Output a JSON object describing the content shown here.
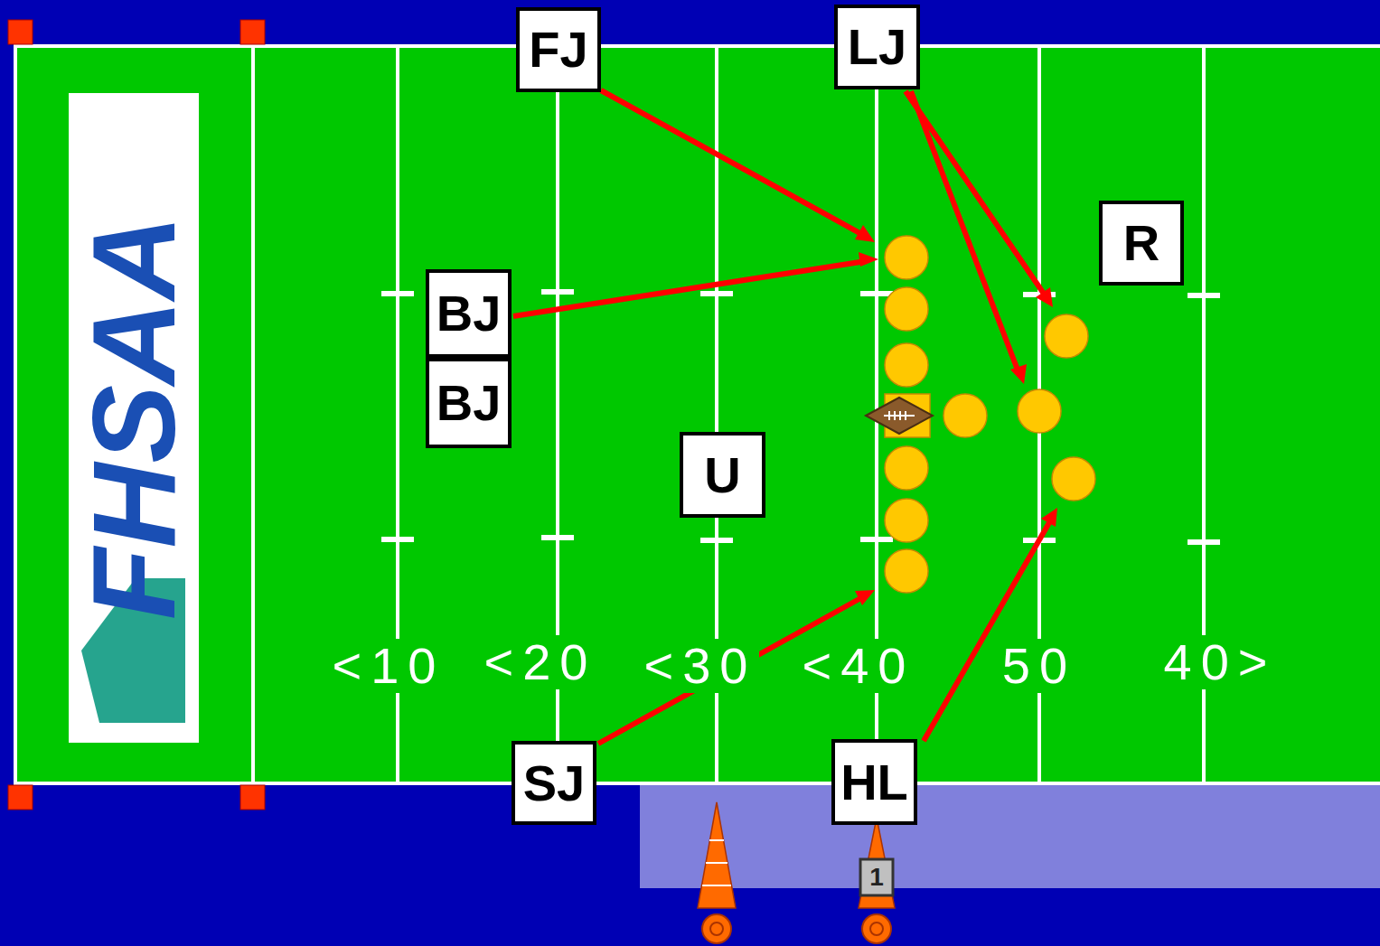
{
  "diagram": {
    "nodes": [
      {
        "text": [
          "FJ"
        ]
      },
      {
        "text": [
          "LJ"
        ]
      },
      {
        "text": [
          "R"
        ]
      },
      {
        "text": [
          "BJ"
        ]
      },
      {
        "text": [
          "BJ"
        ]
      },
      {
        "text": [
          "U"
        ]
      },
      {
        "text": [
          "SJ"
        ]
      },
      {
        "text": [
          "HL"
        ]
      }
    ],
    "labels": [
      "FHSAA",
      "<10",
      "<20",
      "<30",
      "<40",
      "50",
      "40>",
      "1"
    ]
  }
}
